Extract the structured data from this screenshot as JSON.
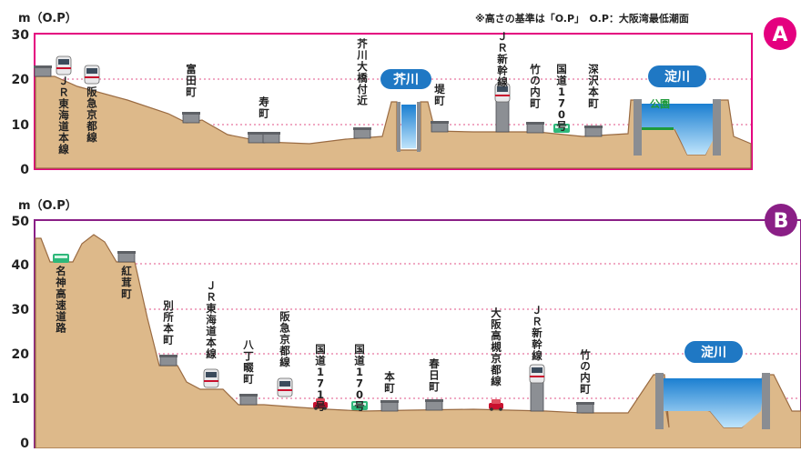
{
  "note": "※高さの基準は「O.P」　O.P：大阪湾最低潮面",
  "colors": {
    "panel_a_border": "#e4007f",
    "panel_b_border": "#8a1f86",
    "badge_a": "#e4007f",
    "badge_b": "#8a1f86",
    "ground": "#ddb98a",
    "ground_edge": "#9a6b42",
    "water": "#3a9fe0",
    "river_label": "#1f78c4",
    "gridline": "#d81b60"
  },
  "panel_a": {
    "badge": "A",
    "y_unit": "m（O.P）",
    "y_ticks": [
      "0",
      "10",
      "20",
      "30"
    ],
    "labels": {
      "jr_tokaido": "ＪＲ東海道本線",
      "hankyu_kyoto": "阪急京都線",
      "tomita": "富田町",
      "kotobuki": "寿町",
      "akutagawa_ohashi": "芥川大橋付近",
      "akutagawa_river": "芥川",
      "tsutsumi": "堤町",
      "shinkansen": "ＪＲ新幹線",
      "takenouchi": "竹の内町",
      "route170": "国道170号",
      "fukasawa": "深沢本町",
      "yodogawa": "淀川",
      "park": "公園"
    }
  },
  "panel_b": {
    "badge": "B",
    "y_unit": "m（O.P）",
    "y_ticks": [
      "0",
      "10",
      "20",
      "30",
      "40",
      "50"
    ],
    "labels": {
      "meishin": "名神高速道路",
      "koyoshi": "紅茸町",
      "bessho": "別所本町",
      "jr_tokaido": "ＪＲ東海道本線",
      "hacchonawate": "八丁畷町",
      "hankyu_kyoto": "阪急京都線",
      "route171": "国道171号",
      "route170": "国道170号",
      "honmachi": "本町",
      "kasuga": "春日町",
      "osaka_takatsuki_kyoto": "大阪高槻京都線",
      "shinkansen": "ＪＲ新幹線",
      "takenouchi": "竹の内町",
      "yodogawa": "淀川"
    }
  }
}
